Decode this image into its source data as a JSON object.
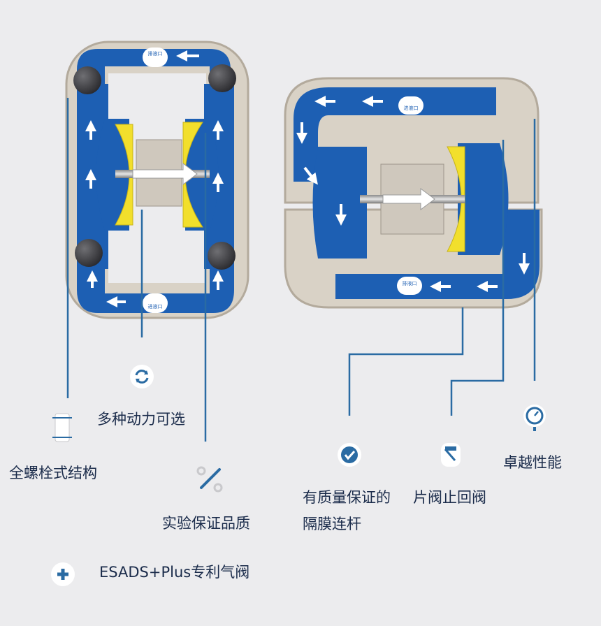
{
  "pump_left": {
    "top_port_label": "排液口",
    "bottom_port_label": "进液口"
  },
  "pump_right": {
    "top_port_label": "进液口",
    "bottom_port_label": "排液口"
  },
  "features": {
    "power": "多种动力可选",
    "bolt": "全螺栓式结构",
    "quality": "实验保证品质",
    "esads": "ESADS+Plus专利气阀",
    "diaphragm_line1": "有质量保证的",
    "diaphragm_line2": "隔膜连杆",
    "check_valve": "片阀止回阀",
    "performance": "卓越性能"
  },
  "colors": {
    "fluid": "#1d5fb3",
    "housing": "#d9d2c6",
    "diaphragm": "#f2df2c",
    "text": "#1a2b4a",
    "callout": "#2a6ba3"
  }
}
